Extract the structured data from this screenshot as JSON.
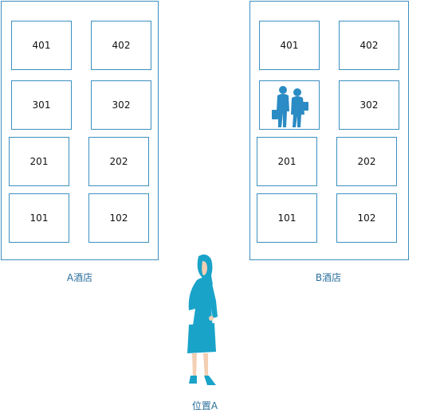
{
  "hotels": [
    {
      "name": "A酒店",
      "rooms": [
        "401",
        "402",
        "301",
        "302",
        "201",
        "202",
        "101",
        "102"
      ]
    },
    {
      "name": "B酒店",
      "rooms": [
        "401",
        "402",
        "",
        "302",
        "201",
        "202",
        "101",
        "102"
      ]
    }
  ],
  "person": {
    "label": "位置A"
  },
  "colors": {
    "border": "#3b8fc0",
    "figure": "#1aa3c9",
    "guests": "#2b8bc4"
  },
  "icons": {
    "guests": "guest-couple-icon",
    "person": "woman-figure-icon"
  }
}
